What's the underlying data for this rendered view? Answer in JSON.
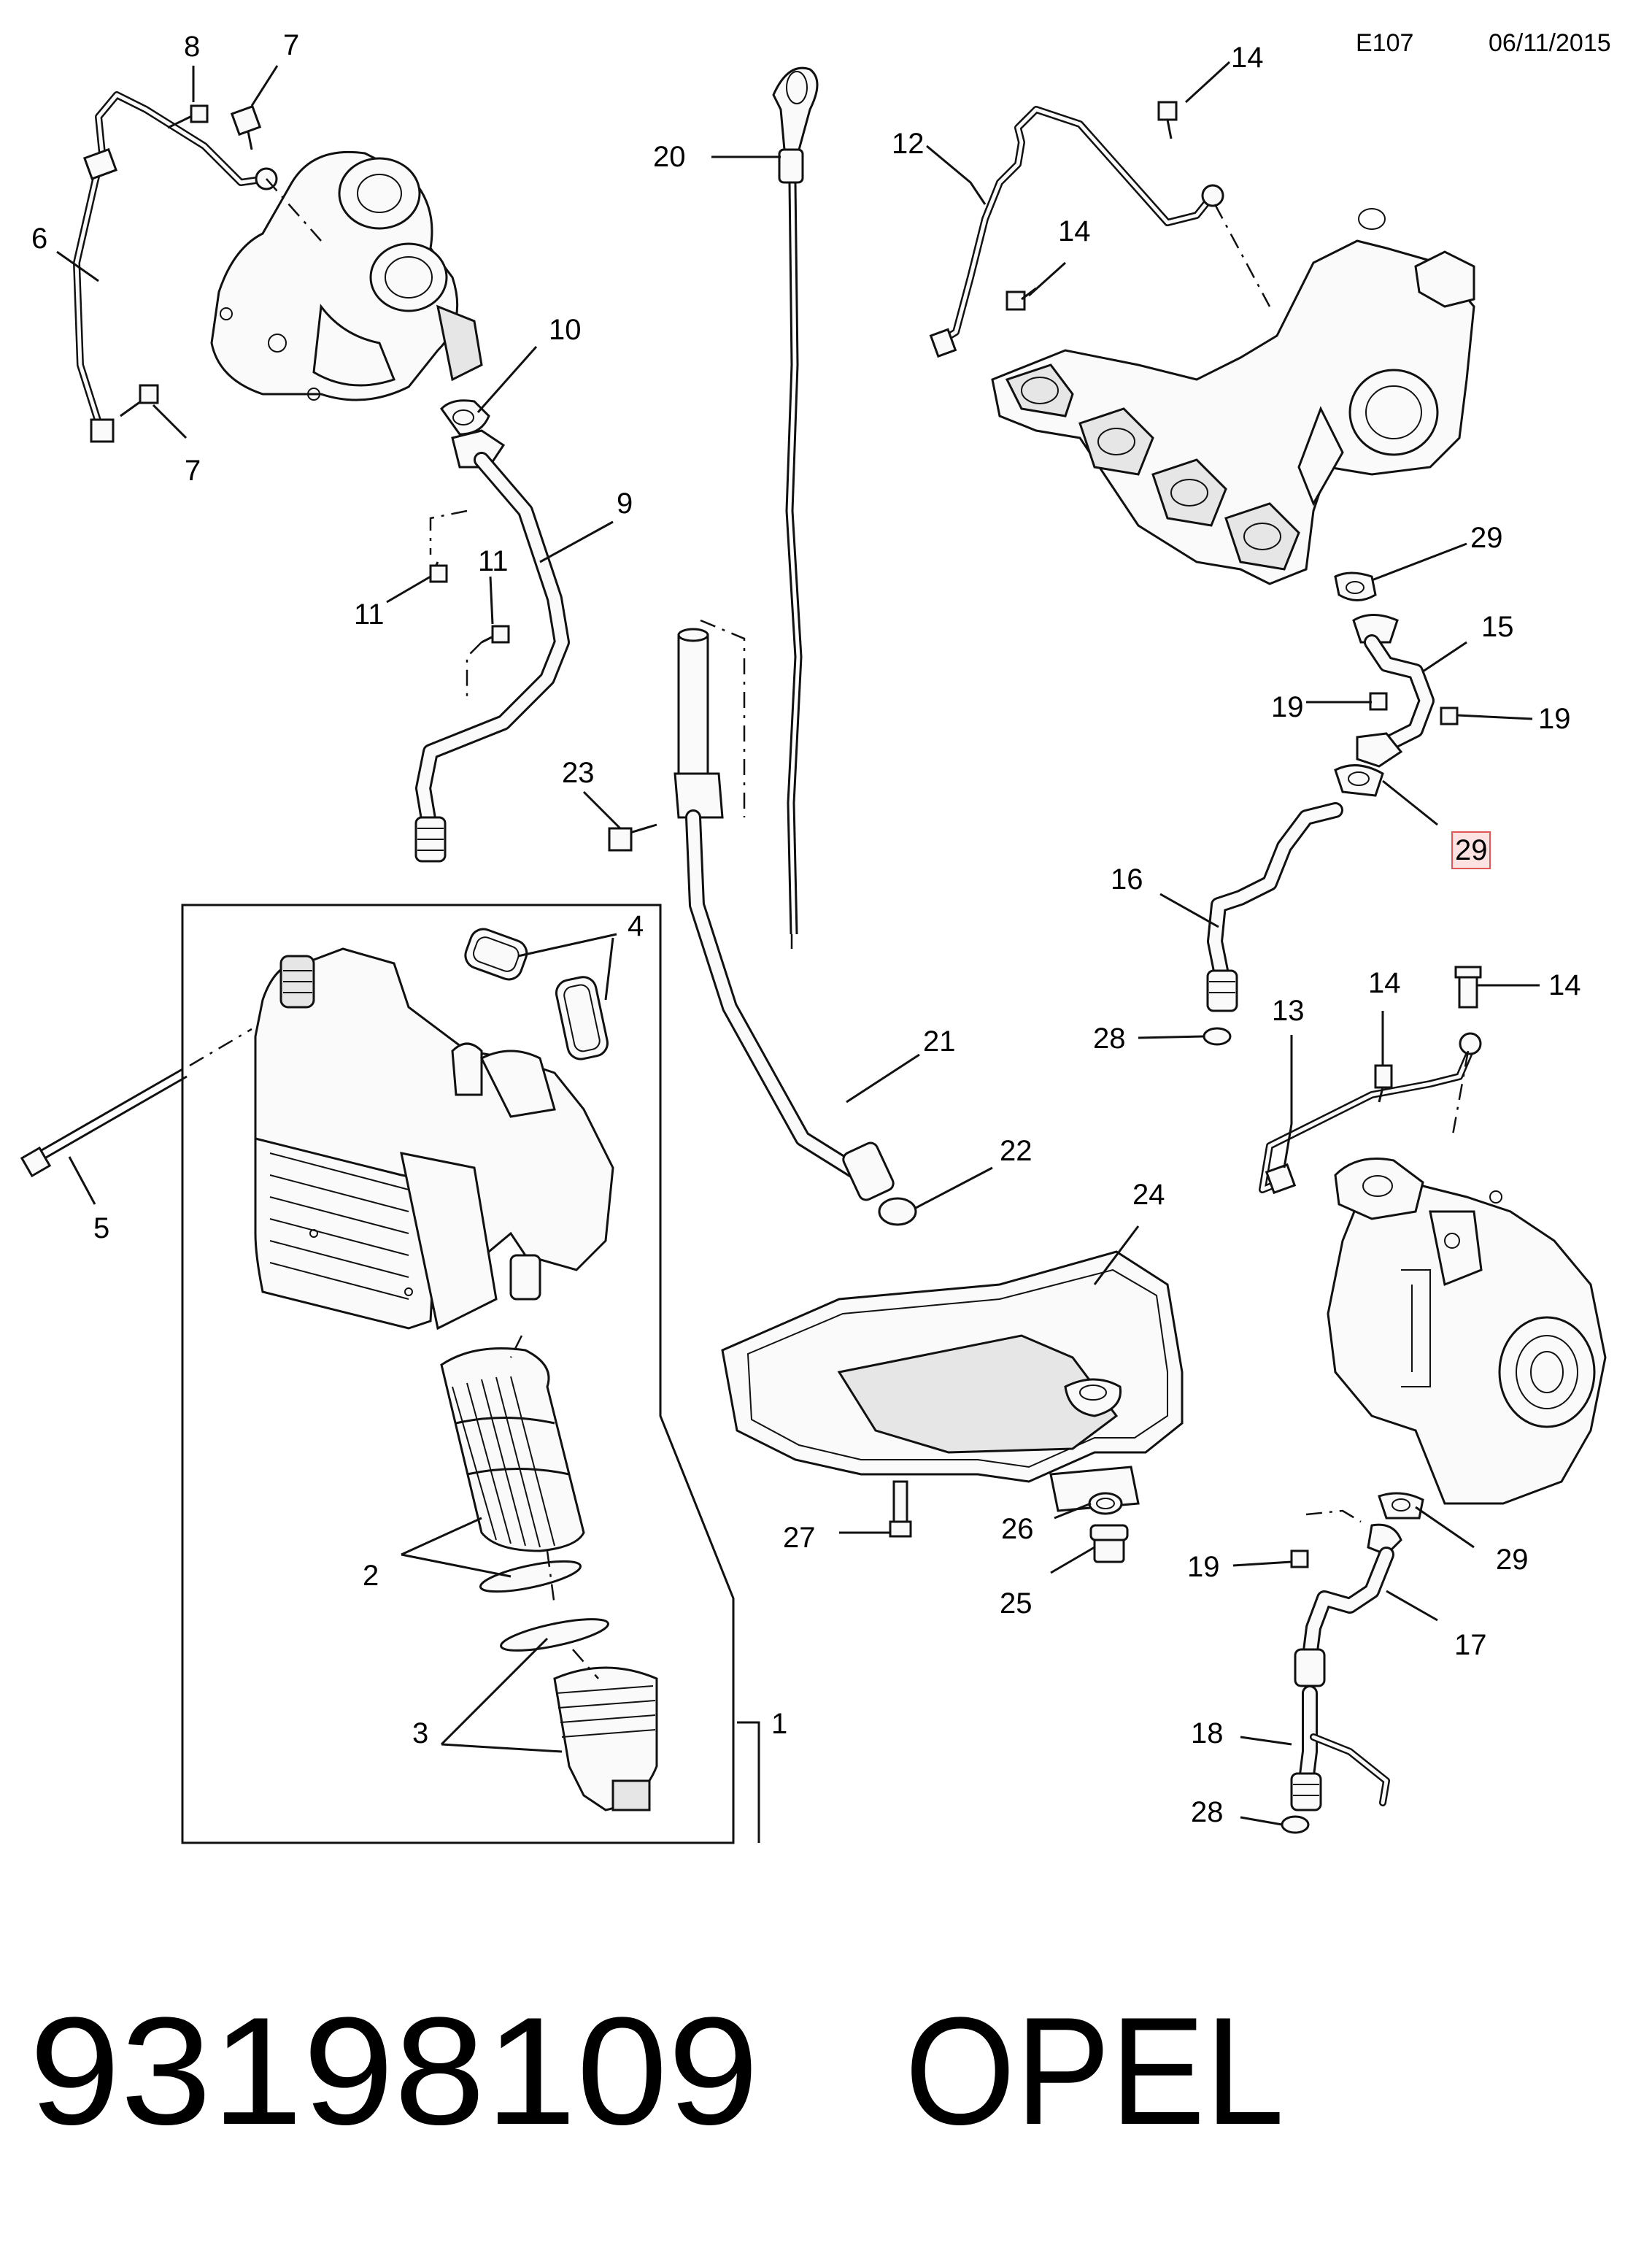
{
  "header": {
    "code": "E107",
    "date": "06/11/2015"
  },
  "footer": {
    "part_number": "93198109",
    "brand": "OPEL"
  },
  "callouts": [
    "8",
    "7",
    "6",
    "7",
    "10",
    "9",
    "11",
    "11",
    "20",
    "23",
    "21",
    "22",
    "4",
    "5",
    "2",
    "3",
    "1",
    "24",
    "27",
    "26",
    "25",
    "12",
    "14",
    "14",
    "29",
    "15",
    "19",
    "19",
    "29",
    "16",
    "28",
    "14",
    "14",
    "13",
    "19",
    "29",
    "17",
    "18",
    "28"
  ],
  "highlighted_callout": "29",
  "colors": {
    "line": "#111111",
    "highlight_fill": "#fde2e2",
    "highlight_stroke": "#e05555"
  },
  "icons": [
    "turbocharger",
    "oil-feed-pipe",
    "oil-return-pipe",
    "dipstick",
    "dipstick-tube",
    "oil-filter-housing",
    "oil-cooler",
    "oil-filter-element",
    "oil-filter-cap",
    "oil-pan",
    "drain-plug",
    "exhaust-manifold",
    "gasket",
    "bolt"
  ]
}
